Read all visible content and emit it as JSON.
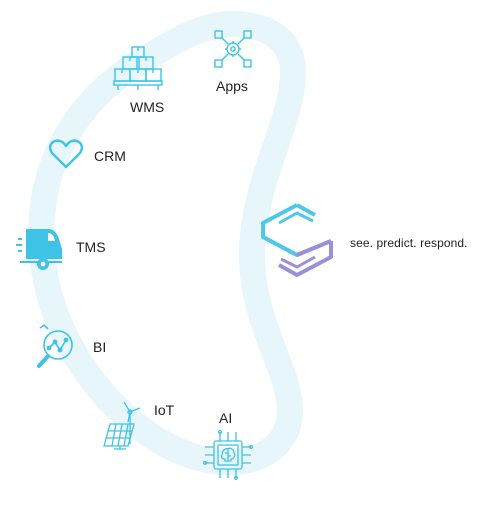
{
  "nodes": {
    "apps": {
      "label": "Apps",
      "icon": "network-nodes-icon"
    },
    "wms": {
      "label": "WMS",
      "icon": "warehouse-boxes-icon"
    },
    "crm": {
      "label": "CRM",
      "icon": "heart-icon"
    },
    "tms": {
      "label": "TMS",
      "icon": "delivery-truck-icon"
    },
    "bi": {
      "label": "BI",
      "icon": "magnifier-chart-icon"
    },
    "iot": {
      "label": "IoT",
      "icon": "solar-wind-icon"
    },
    "ai": {
      "label": "AI",
      "icon": "ai-chip-icon"
    }
  },
  "brand": {
    "tagline": "see. predict. respond.",
    "logo_icon": "s-logo-icon",
    "logo_color_primary": "#4fc7e8",
    "logo_color_secondary": "#9b8fd6"
  },
  "colors": {
    "icon": "#3ec3e6",
    "ring": "#e6f6fb",
    "text": "#222222"
  }
}
